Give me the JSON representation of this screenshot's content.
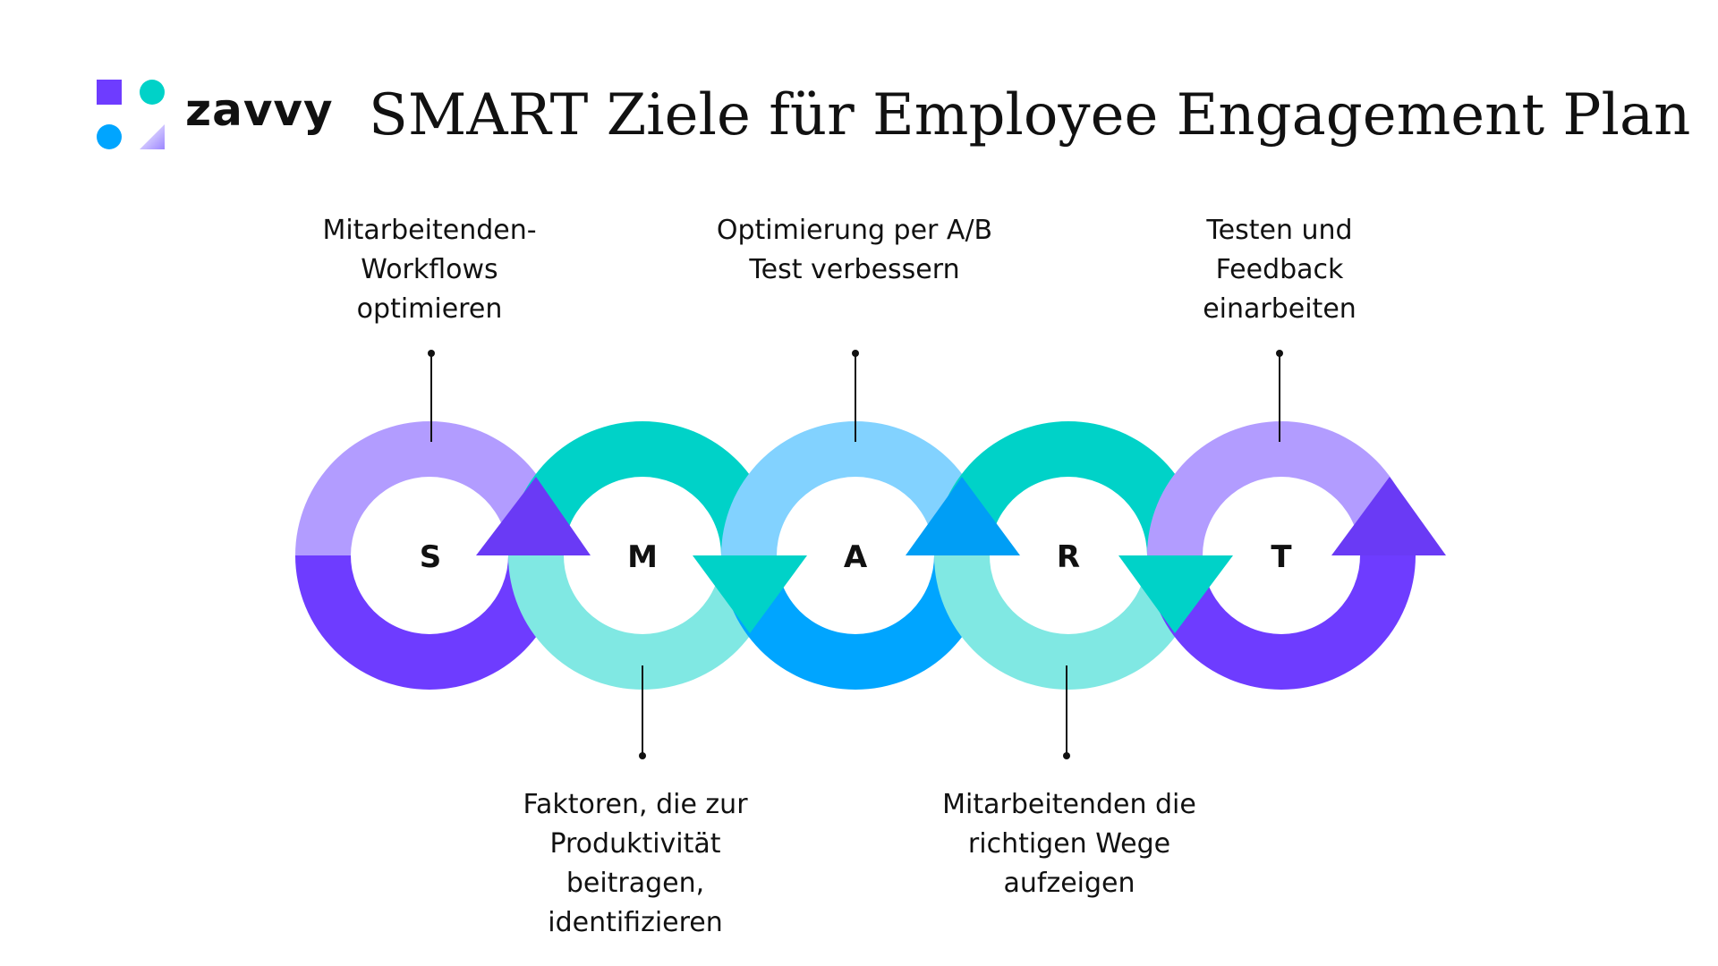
{
  "header": {
    "brand": "zavvy",
    "title": "SMART Ziele für Employee Engagement Plan"
  },
  "colors": {
    "lavender": "#B29CFF",
    "violet": "#6E3CFF",
    "teal": "#00D2C8",
    "mint": "#80E8E3",
    "sky": "#82D2FF",
    "blue": "#00A5FF",
    "arrow_violet": "#6A3AF5",
    "arrow_blue": "#009EF5"
  },
  "smart": {
    "letters": [
      "S",
      "M",
      "A",
      "R",
      "T"
    ],
    "labels": {
      "s": [
        "Mitarbeitenden-",
        "Workflows",
        "optimieren"
      ],
      "m": [
        "Faktoren, die zur",
        "Produktivität",
        "beitragen,",
        "identifizieren"
      ],
      "a": [
        "Optimierung per A/B",
        "Test verbessern"
      ],
      "r": [
        "Mitarbeitenden die",
        "richtigen Wege",
        "aufzeigen"
      ],
      "t": [
        "Testen und",
        "Feedback",
        "einarbeiten"
      ]
    }
  }
}
